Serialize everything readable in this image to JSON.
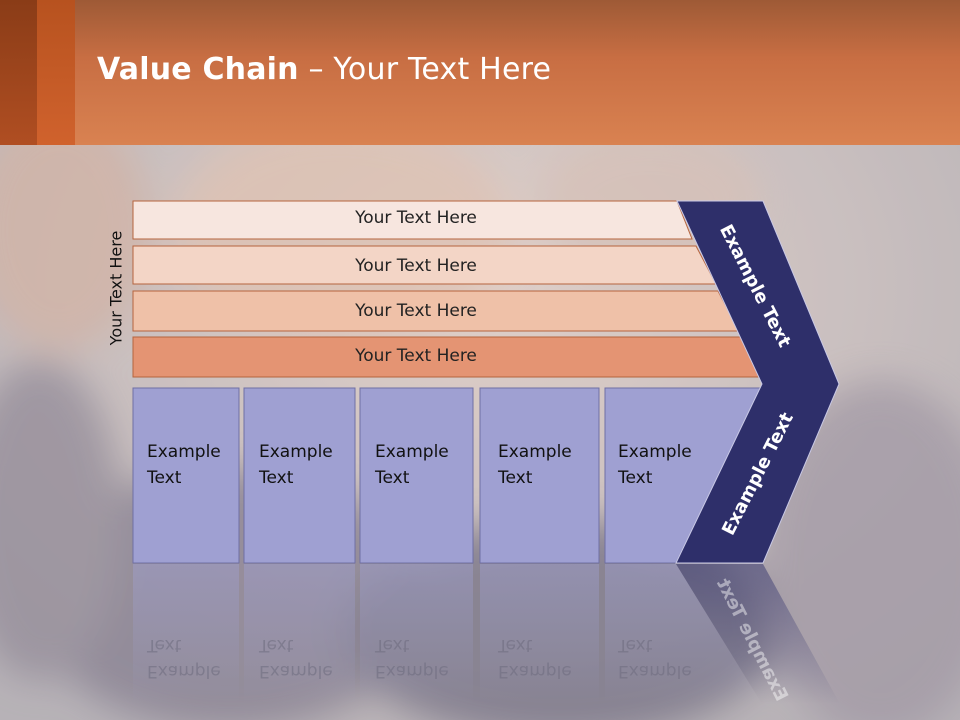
{
  "slide": {
    "title_bold": "Value Chain",
    "title_rest": " – Your Text Here",
    "side_label": "Your Text Here"
  },
  "bars": [
    {
      "label": "Your Text Here",
      "color": "#f7e6df"
    },
    {
      "label": "Your Text Here",
      "color": "#f3d5c6"
    },
    {
      "label": "Your Text Here",
      "color": "#efc1a8"
    },
    {
      "label": "Your Text Here",
      "color": "#e49473"
    }
  ],
  "blocks": [
    {
      "label": "Example\nText"
    },
    {
      "label": "Example\nText"
    },
    {
      "label": "Example\nText"
    },
    {
      "label": "Example\nText"
    },
    {
      "label": "Example\nText"
    }
  ],
  "chevron": {
    "upper_label": "Example Text",
    "lower_label": "Example Text",
    "color": "#2e2f6a"
  },
  "colors": {
    "header": "#d07645",
    "block_fill": "#9fa0d2",
    "bar_stroke": "#b5643e"
  }
}
